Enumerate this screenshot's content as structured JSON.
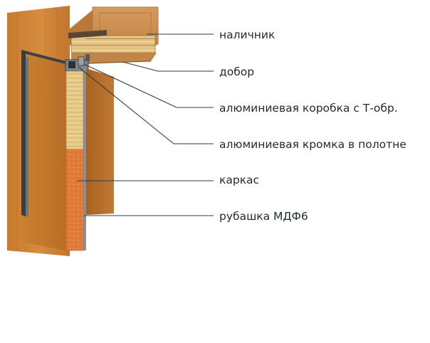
{
  "labels": {
    "nalichnik": "наличник",
    "dobor": "добор",
    "box": "алюминиевая коробка с Т-обр.",
    "edge": "алюминиевая кромка в полотне",
    "karkas": "каркас",
    "rubashka": "рубашка МДФ6"
  },
  "colors": {
    "wood_light": "#d08a3a",
    "wood_dark": "#a85f22",
    "frame_inner": "#b5722e",
    "filler_orange": "#e0823f",
    "plywood": "#e9cc8e",
    "aluminium": "#8d9499",
    "leader_line": "#2a3c4a",
    "text": "#1f2a33"
  }
}
